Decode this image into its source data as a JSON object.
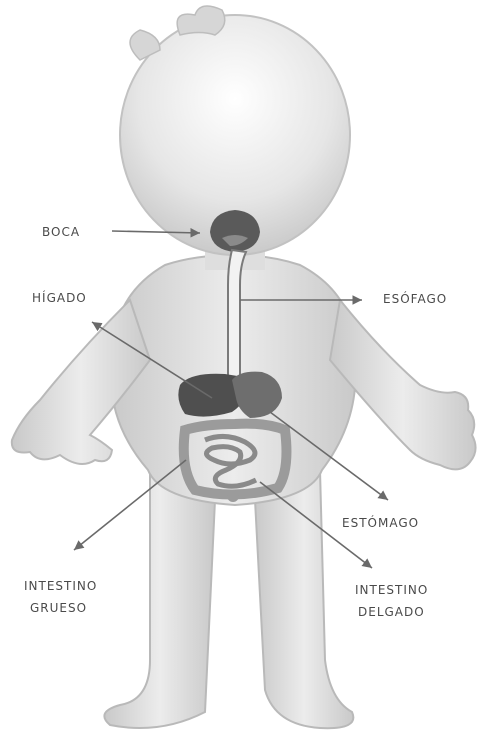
{
  "labels": {
    "boca": "BOCA",
    "higado": "HÍGADO",
    "esofago": "ESÓFAGO",
    "estomago": "ESTÓMAGO",
    "intestino_grueso_line1": "INTESTINO",
    "intestino_grueso_line2": "GRUESO",
    "intestino_delgado_line1": "INTESTINO",
    "intestino_delgado_line2": "DELGADO"
  },
  "colors": {
    "body_fill": "#dcdcdc",
    "body_stroke": "#b9b9b9",
    "organ_dark": "#4f4f4f",
    "organ_mid": "#7a7a7a",
    "intestine": "#9b9b9b",
    "arrow": "#6a6a6a",
    "text": "#4a4a4a"
  }
}
